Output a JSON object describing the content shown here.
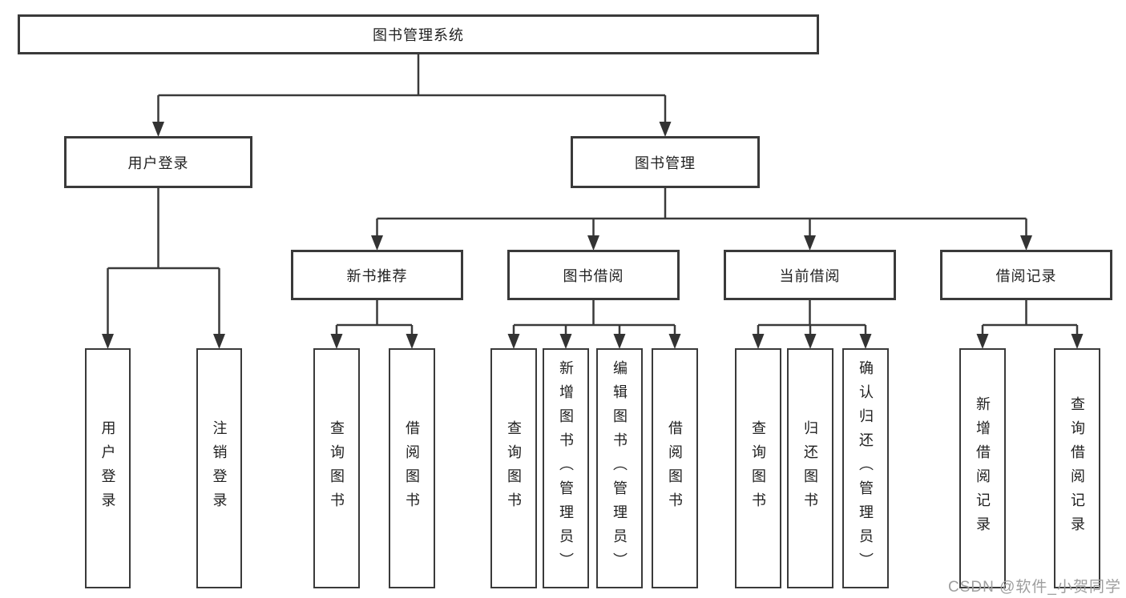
{
  "diagram_type": "hierarchy-tree",
  "watermark": "CSDN @软件_小贺同学",
  "colors": {
    "line": "#3a3a3a",
    "border": "#3a3a3a",
    "text": "#1f1f1f",
    "watermark": "#9e9e9e",
    "background": "#ffffff"
  },
  "tree": {
    "label": "图书管理系统",
    "children": [
      {
        "label": "用户登录",
        "leaves": [
          "用户登录",
          "注销登录"
        ]
      },
      {
        "label": "图书管理",
        "children": [
          {
            "label": "新书推荐",
            "leaves": [
              "查询图书",
              "借阅图书"
            ]
          },
          {
            "label": "图书借阅",
            "leaves": [
              "查询图书",
              "新增图书（管理员）",
              "编辑图书（管理员）",
              "借阅图书"
            ]
          },
          {
            "label": "当前借阅",
            "leaves": [
              "查询图书",
              "归还图书",
              "确认归还（管理员）"
            ]
          },
          {
            "label": "借阅记录",
            "leaves": [
              "新增借阅记录",
              "查询借阅记录"
            ]
          }
        ]
      }
    ]
  }
}
